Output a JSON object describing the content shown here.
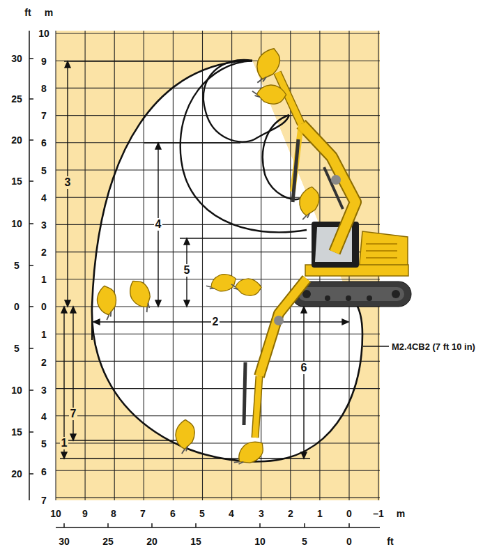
{
  "diagram": {
    "labels": [
      "ft",
      "m",
      "30",
      "25",
      "20",
      "15",
      "10",
      "5",
      "0",
      "5",
      "10",
      "15",
      "20",
      "10",
      "9",
      "8",
      "7",
      "6",
      "5",
      "4",
      "3",
      "2",
      "1",
      "0",
      "1",
      "2",
      "3",
      "4",
      "5",
      "6",
      "7",
      "10",
      "9",
      "8",
      "7",
      "6",
      "5",
      "4",
      "3",
      "2",
      "1",
      "0",
      "–1",
      "m",
      "30",
      "25",
      "20",
      "15",
      "10",
      "5",
      "0",
      "ft",
      "3",
      "4",
      "5",
      "2",
      "1",
      "7",
      "6",
      "M2.4CB2 (7 ft 10 in)"
    ]
  }
}
